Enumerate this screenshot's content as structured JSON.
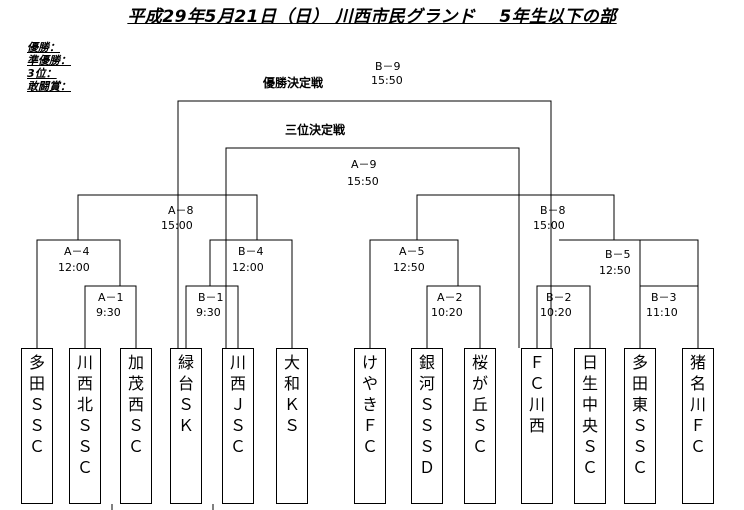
{
  "title": "平成29年5月21日（日） 川西市民グランド　 5年生以下の部",
  "awards": [
    "優勝：",
    "準優勝：",
    "3位：",
    "敢闘賞："
  ],
  "final_title": "優勝決定戦",
  "third_title": "三位決定戦",
  "matches": {
    "b9": {
      "code": "B－9",
      "time": "15:50"
    },
    "a9": {
      "code": "A－9",
      "time": "15:50"
    },
    "a8": {
      "code": "A－8",
      "time": "15:00"
    },
    "b8": {
      "code": "B－8",
      "time": "15:00"
    },
    "a4": {
      "code": "A－4",
      "time": "12:00"
    },
    "b4": {
      "code": "B－4",
      "time": "12:00"
    },
    "a5": {
      "code": "A－5",
      "time": "12:50"
    },
    "b5": {
      "code": "B－5",
      "time": "12:50"
    },
    "a1": {
      "code": "A－1",
      "time": "9:30"
    },
    "b1": {
      "code": "B－1",
      "time": "9:30"
    },
    "a2": {
      "code": "A－2",
      "time": "10:20"
    },
    "b2": {
      "code": "B－2",
      "time": "10:20"
    },
    "b3": {
      "code": "B－3",
      "time": "11:10"
    }
  },
  "teams": [
    "多田ＳＳＣ",
    "川西北ＳＳＣ",
    "加茂西ＳＣ",
    "緑台ＳＫ",
    "川西ＪＳＣ",
    "大和ＫＳ",
    "けやきＦＣ",
    "銀河ＳＳＳＤ",
    "桜が丘ＳＣ",
    "ＦＣ川西",
    "日生中央ＳＣ",
    "多田東ＳＳＣ",
    "猪名川ＦＣ"
  ]
}
